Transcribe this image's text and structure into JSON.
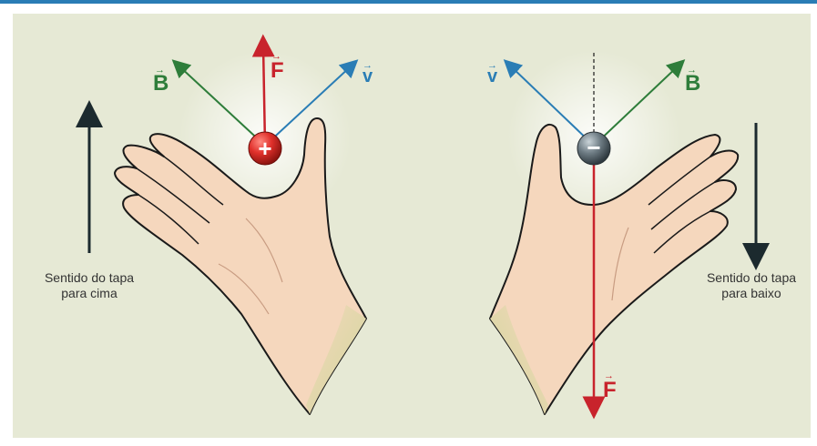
{
  "colors": {
    "frame": "#2a7db5",
    "background": "#e6e9d5",
    "force": "#c8232c",
    "field": "#2e7d3a",
    "velocity": "#2a7db5",
    "motion_arrow": "#1c2a2e",
    "skin": "#f5d7bd",
    "positive_charge": "#e0302b",
    "negative_charge": "#6f7d85"
  },
  "left": {
    "charge_symbol": "+",
    "force_label": "F",
    "field_label": "B",
    "velocity_label": "v",
    "caption": "Sentido do tapa\npara cima"
  },
  "right": {
    "charge_symbol": "−",
    "force_label": "F",
    "field_label": "B",
    "velocity_label": "v",
    "caption": "Sentido do tapa\npara baixo"
  }
}
